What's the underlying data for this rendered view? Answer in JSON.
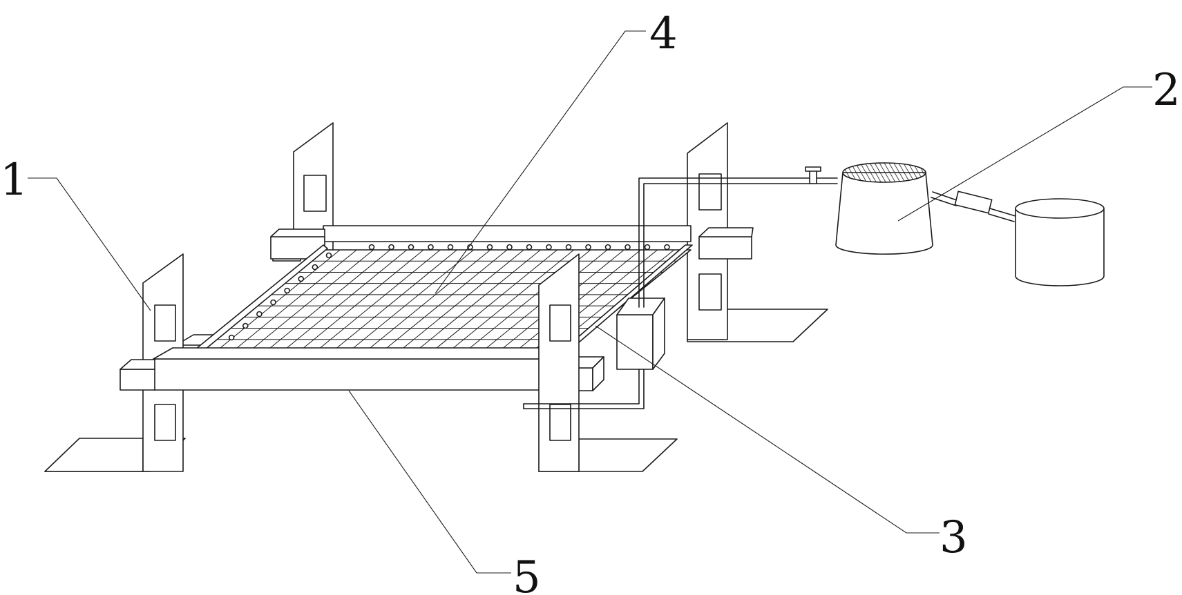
{
  "labels": {
    "l1": "1",
    "l2": "2",
    "l3": "3",
    "l4": "4",
    "l5": "5"
  },
  "colors": {
    "ink": "#1a1a1a",
    "background": "#ffffff"
  }
}
